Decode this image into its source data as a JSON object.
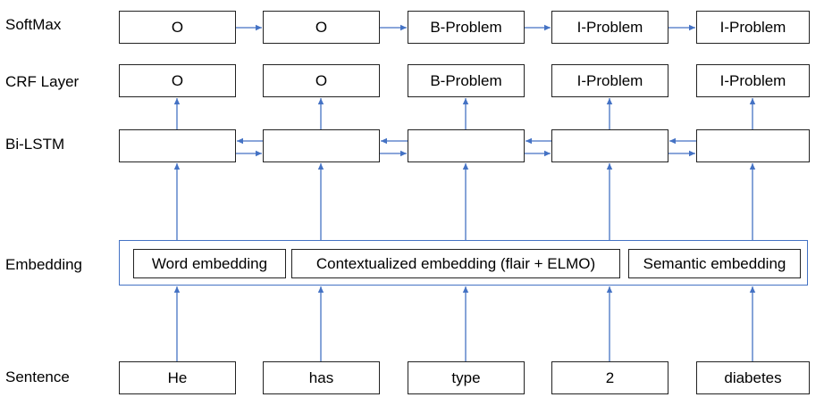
{
  "rows": {
    "softmax": "SoftMax",
    "crf": "CRF Layer",
    "bilstm": "Bi-LSTM",
    "embedding": "Embedding",
    "sentence": "Sentence"
  },
  "softmax_tags": [
    "O",
    "O",
    "B-Problem",
    "I-Problem",
    "I-Problem"
  ],
  "crf_tags": [
    "O",
    "O",
    "B-Problem",
    "I-Problem",
    "I-Problem"
  ],
  "embedding_parts": {
    "word": "Word embedding",
    "contextual": "Contextualized embedding (flair + ELMO)",
    "semantic": "Semantic embedding"
  },
  "tokens": [
    "He",
    "has",
    "type",
    "2",
    "diabetes"
  ],
  "colors": {
    "arrow": "#4472c4",
    "border": "#222222"
  }
}
